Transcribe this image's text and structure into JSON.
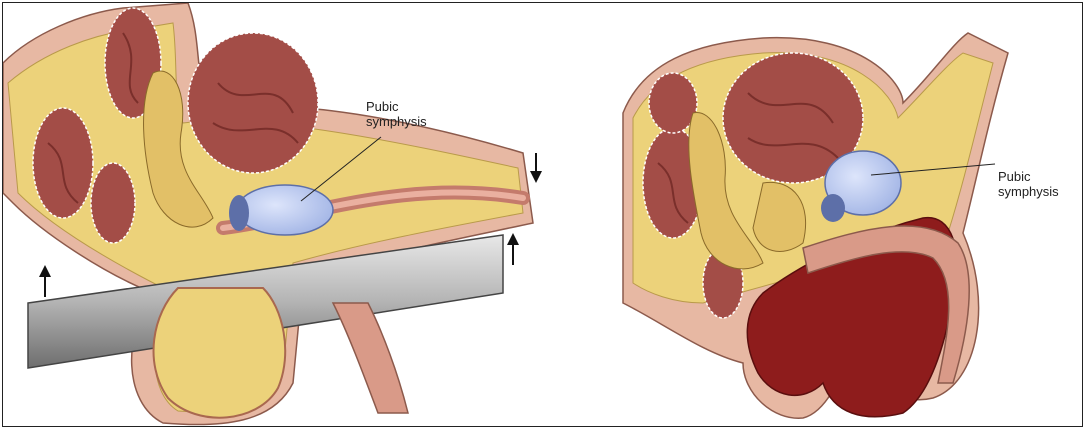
{
  "figure": {
    "left_panel": {
      "label_line1": "Pubic",
      "label_line2": "symphysis"
    },
    "right_panel": {
      "label_line1": "Pubic",
      "label_line2": "symphysis"
    }
  },
  "colors": {
    "fat_yellow": "#ecd27a",
    "skin_pink": "#d9a48e",
    "muscle_red": "#9c4a45",
    "bone_blue": "#b9c8ee",
    "hematoma_red": "#8e1c1c",
    "bar_gray": "#a8a8a8"
  },
  "icons": [
    "arrow-down-icon",
    "arrow-up-icon"
  ]
}
